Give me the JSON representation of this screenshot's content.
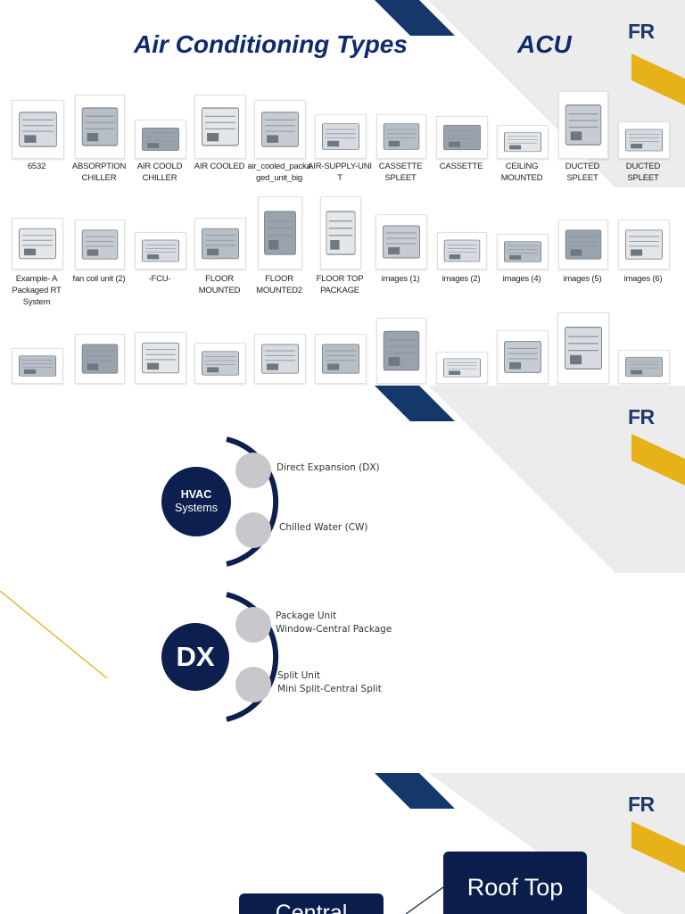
{
  "slide1": {
    "logo": "FR",
    "title": "Air Conditioning Types",
    "title_right": "ACU",
    "rows": [
      [
        {
          "caption": "6532",
          "icon": "floor-ceiling-unit"
        },
        {
          "caption": "ABSORPTION CHILLER",
          "icon": "absorption-chiller"
        },
        {
          "caption": "AIR COOLD CHILLER",
          "icon": "air-cooled-chiller"
        },
        {
          "caption": "AIR COOLED",
          "icon": "air-cooled-unit"
        },
        {
          "caption": "air_cooled_packa ged_unit_big",
          "icon": "packaged-unit"
        },
        {
          "caption": "AIR-SUPPLY-UNI T",
          "icon": "air-supply-unit"
        },
        {
          "caption": "CASSETTE SPLEET",
          "icon": "cassette-split"
        },
        {
          "caption": "CASSETTE",
          "icon": "cassette"
        },
        {
          "caption": "CEILING MOUNTED",
          "icon": "ceiling-mounted"
        },
        {
          "caption": "DUCTED SPLEET",
          "icon": "ducted-split"
        },
        {
          "caption": "DUCTED SPLEET",
          "icon": "ducted-split-2"
        }
      ],
      [
        {
          "caption": "Example- A Packaged RT System",
          "icon": "rooftop-diagram"
        },
        {
          "caption": "fan coil unit (2)",
          "icon": "fan-coil"
        },
        {
          "caption": "-FCU-",
          "icon": "fcu"
        },
        {
          "caption": "FLOOR MOUNTED",
          "icon": "floor-mounted"
        },
        {
          "caption": "FLOOR MOUNTED2",
          "icon": "floor-standing"
        },
        {
          "caption": "FLOOR TOP PACKAGE",
          "icon": "floor-package"
        },
        {
          "caption": "images (1)",
          "icon": "chiller-machine"
        },
        {
          "caption": "images (2)",
          "icon": "ahu-open"
        },
        {
          "caption": "images (4)",
          "icon": "fan-coil-2"
        },
        {
          "caption": "images (5)",
          "icon": "ducted-unit"
        },
        {
          "caption": "images (6)",
          "icon": "ducted-unit-2"
        }
      ],
      [
        {
          "caption": "",
          "icon": "concealed-unit"
        },
        {
          "caption": "",
          "icon": "rooftop-unit"
        },
        {
          "caption": "",
          "icon": "packaged-rooftop"
        },
        {
          "caption": "",
          "icon": "drawing-1"
        },
        {
          "caption": "",
          "icon": "drawing-2"
        },
        {
          "caption": "",
          "icon": "drawing-3"
        },
        {
          "caption": "",
          "icon": "flex-duct"
        },
        {
          "caption": "",
          "icon": "drawing-4"
        },
        {
          "caption": "",
          "icon": "window-unit"
        },
        {
          "caption": "",
          "icon": "split-system"
        },
        {
          "caption": "",
          "icon": "wall-split"
        }
      ]
    ]
  },
  "slide2": {
    "logo": "FR",
    "hvac": {
      "center_line1": "HVAC",
      "center_line2": "Systems",
      "branch1": "Direct Expansion (DX)",
      "branch2": "Chilled Water (CW)"
    },
    "dx": {
      "center": "DX",
      "branch1_line1": "Package Unit",
      "branch1_line2": "Window-Central Package",
      "branch2_line1": "Split Unit",
      "branch2_line2": "Mini Split-Central Split"
    }
  },
  "slide3": {
    "logo": "FR",
    "box_right": "Roof Top",
    "box_left": "Central"
  },
  "colors": {
    "navy": "#0d1f4f",
    "logo_blue": "#1c3a6b",
    "accent_yellow": "#e7b219",
    "node_gray": "#c8c8cc",
    "title_blue": "#0f2b6e"
  }
}
